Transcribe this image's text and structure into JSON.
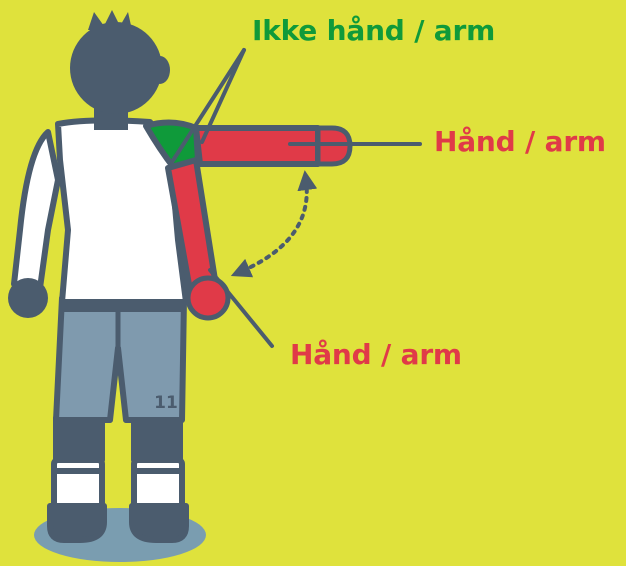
{
  "labels": {
    "not_hand_arm": "Ikke hånd / arm",
    "hand_arm_raised": "Hånd / arm",
    "hand_arm_lowered": "Hånd / arm"
  },
  "jersey_number": "11",
  "colors": {
    "background": "#dfe23c",
    "outline": "#4b5c6e",
    "hand_arm_zone": "#e03a48",
    "not_hand_arm_zone": "#0f9a3a",
    "shorts": "#7f9aae",
    "shirt": "#ffffff",
    "shadow": "#7a9db0"
  },
  "icons": {
    "movement_arrow": "dotted-curved-double-arrow"
  }
}
